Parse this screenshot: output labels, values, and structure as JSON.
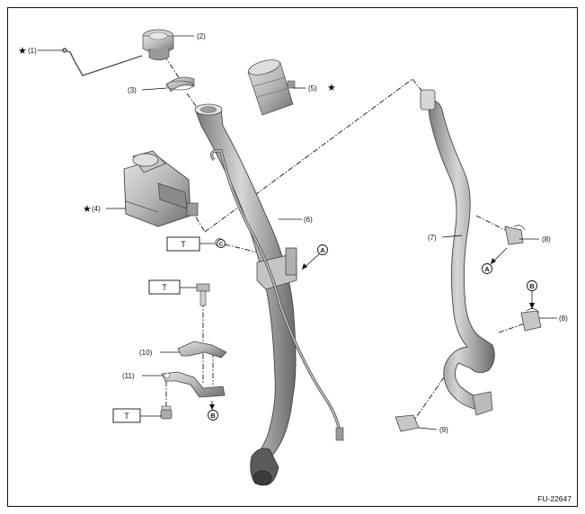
{
  "figure_code": "FU-22647",
  "star_symbol": "★",
  "torque_symbol": "T",
  "callouts": {
    "c1": "(1)",
    "c2": "(2)",
    "c3": "(3)",
    "c4": "(4)",
    "c5": "(5)",
    "c6": "(6)",
    "c7": "(7)",
    "c8a": "(8)",
    "c8b": "(8)",
    "c9": "(9)",
    "c10": "(10)",
    "c11": "(11)"
  },
  "markers": {
    "a": "A",
    "b": "B",
    "c": "C"
  },
  "colors": {
    "part_fill": "#b8b8b8",
    "part_dark": "#6f6f6f",
    "part_light": "#dcdcdc",
    "line": "#111111"
  }
}
